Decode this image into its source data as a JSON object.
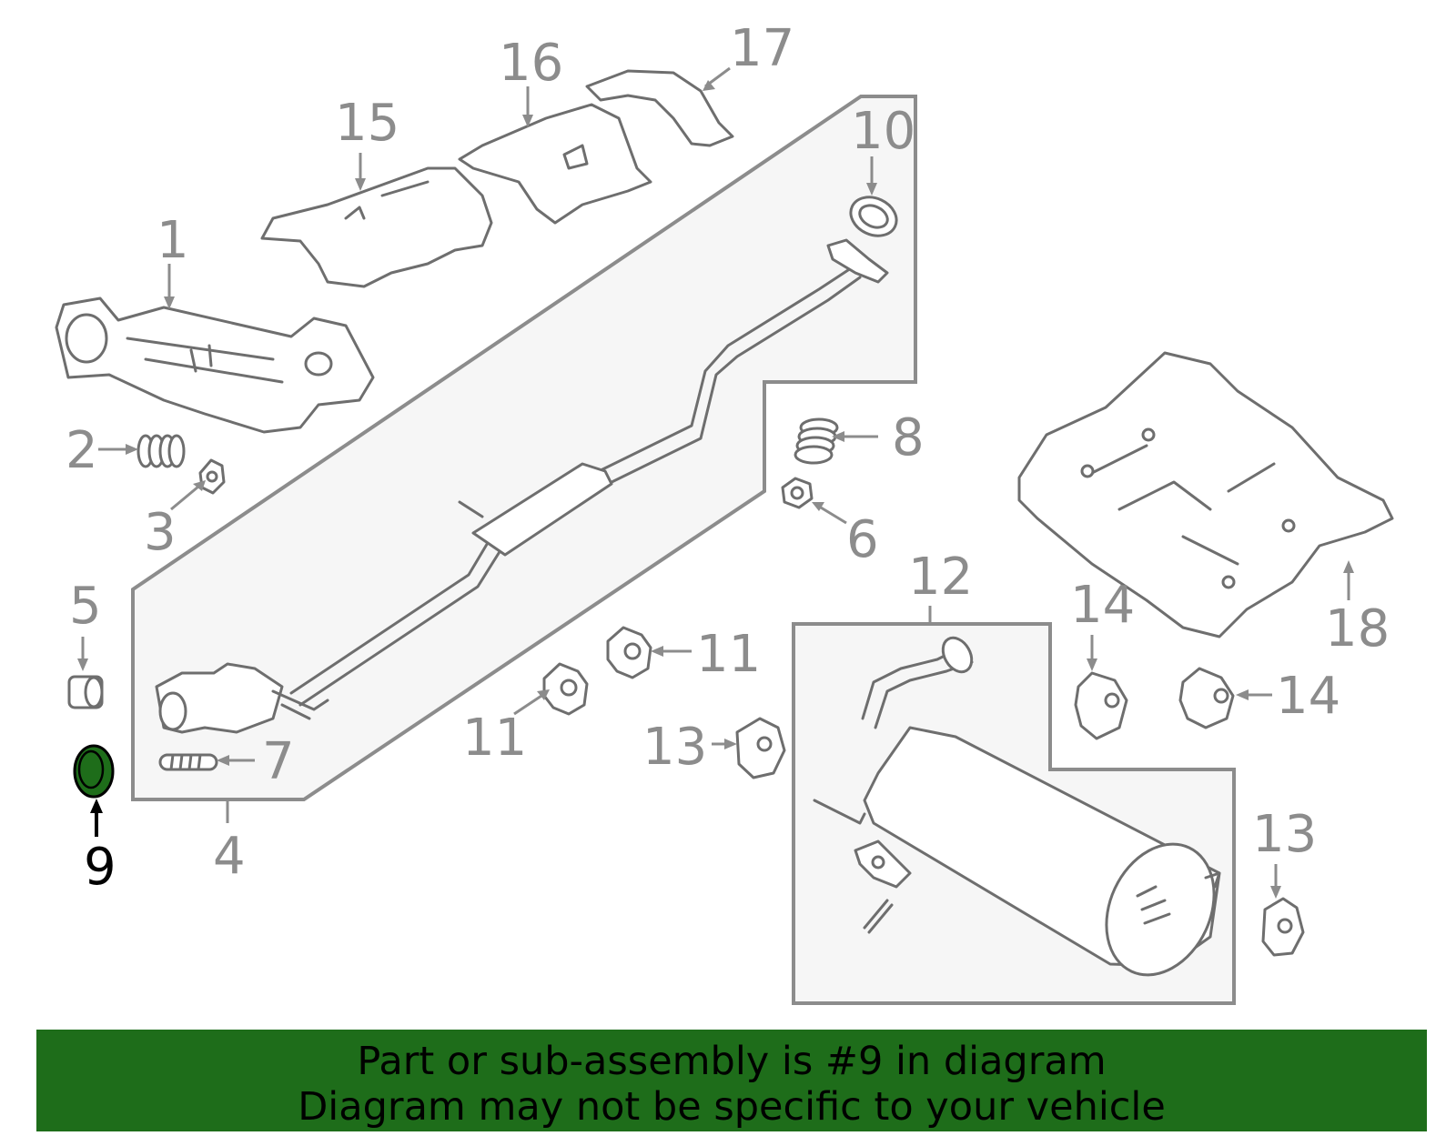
{
  "diagram": {
    "callouts": {
      "c1": "1",
      "c2": "2",
      "c3": "3",
      "c4": "4",
      "c5": "5",
      "c6": "6",
      "c7": "7",
      "c8": "8",
      "c9": "9",
      "c10": "10",
      "c11a": "11",
      "c11b": "11",
      "c12": "12",
      "c13a": "13",
      "c13b": "13",
      "c14a": "14",
      "c14b": "14",
      "c15": "15",
      "c16": "16",
      "c17": "17",
      "c18": "18"
    },
    "highlighted_part": "9",
    "highlight_color": "#1e6d1a"
  },
  "banner": {
    "line1": "Part or sub-assembly is #9 in diagram",
    "line2": "Diagram may not be specific to your vehicle",
    "background": "#1e6d1a"
  }
}
